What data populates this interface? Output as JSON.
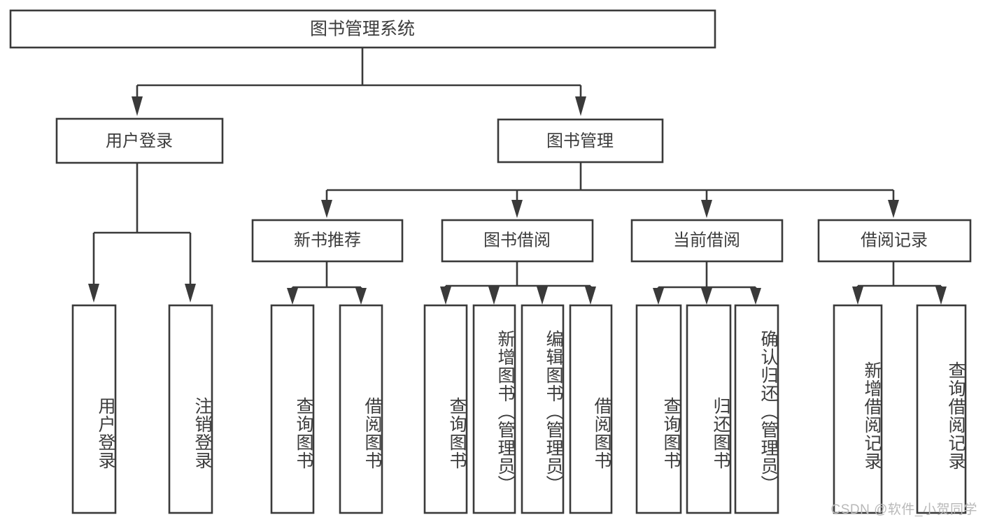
{
  "diagram": {
    "title": "图书管理系统",
    "watermark": "CSDN @软件_小贺同学",
    "colors": {
      "stroke": "#3a3a3a",
      "text": "#3c3c3c",
      "background": "#ffffff",
      "watermark": "#b9b9b9"
    },
    "levels": {
      "root": "图书管理系统",
      "level2": [
        "用户登录",
        "图书管理"
      ],
      "level3": [
        "新书推荐",
        "图书借阅",
        "当前借阅",
        "借阅记录"
      ]
    },
    "nodes": {
      "root": {
        "label": "图书管理系统"
      },
      "user_login": {
        "label": "用户登录"
      },
      "book_manage": {
        "label": "图书管理"
      },
      "new_book_rec": {
        "label": "新书推荐"
      },
      "book_borrow": {
        "label": "图书借阅"
      },
      "current_borrow": {
        "label": "当前借阅"
      },
      "borrow_record": {
        "label": "借阅记录"
      },
      "leaf_user_login": {
        "label": "用户登录"
      },
      "leaf_logout": {
        "label": "注销登录"
      },
      "leaf_query_book_1": {
        "label": "查询图书"
      },
      "leaf_borrow_book_1": {
        "label": "借阅图书"
      },
      "leaf_query_book_2": {
        "label": "查询图书"
      },
      "leaf_add_book": {
        "label": "新增图书（管理员）"
      },
      "leaf_edit_book": {
        "label": "编辑图书（管理员）"
      },
      "leaf_borrow_book_2": {
        "label": "借阅图书"
      },
      "leaf_query_book_3": {
        "label": "查询图书"
      },
      "leaf_return_book": {
        "label": "归还图书"
      },
      "leaf_confirm_return": {
        "label": "确认归还（管理员）"
      },
      "leaf_add_record": {
        "label": "新增借阅记录"
      },
      "leaf_query_record": {
        "label": "查询借阅记录"
      }
    },
    "edges": [
      {
        "from": "root",
        "to": "user_login"
      },
      {
        "from": "root",
        "to": "book_manage"
      },
      {
        "from": "user_login",
        "to": "leaf_user_login"
      },
      {
        "from": "user_login",
        "to": "leaf_logout"
      },
      {
        "from": "book_manage",
        "to": "new_book_rec"
      },
      {
        "from": "book_manage",
        "to": "book_borrow"
      },
      {
        "from": "book_manage",
        "to": "current_borrow"
      },
      {
        "from": "book_manage",
        "to": "borrow_record"
      },
      {
        "from": "new_book_rec",
        "to": "leaf_query_book_1"
      },
      {
        "from": "new_book_rec",
        "to": "leaf_borrow_book_1"
      },
      {
        "from": "book_borrow",
        "to": "leaf_query_book_2"
      },
      {
        "from": "book_borrow",
        "to": "leaf_add_book"
      },
      {
        "from": "book_borrow",
        "to": "leaf_edit_book"
      },
      {
        "from": "book_borrow",
        "to": "leaf_borrow_book_2"
      },
      {
        "from": "current_borrow",
        "to": "leaf_query_book_3"
      },
      {
        "from": "current_borrow",
        "to": "leaf_return_book"
      },
      {
        "from": "current_borrow",
        "to": "leaf_confirm_return"
      },
      {
        "from": "borrow_record",
        "to": "leaf_add_record"
      },
      {
        "from": "borrow_record",
        "to": "leaf_query_record"
      }
    ]
  }
}
